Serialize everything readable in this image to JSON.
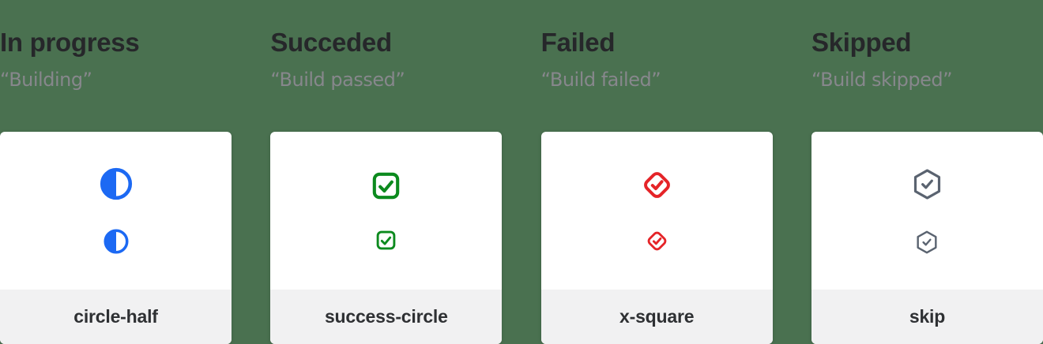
{
  "page": {
    "background_color": "#4a7150",
    "card_background": "#ffffff",
    "card_footer_background": "#f1f1f2",
    "title_color": "#26272a",
    "phrase_color": "#87878c"
  },
  "statuses": [
    {
      "id": "in-progress",
      "title": "In progress",
      "phrase": "“Building”",
      "icon": "circle-half",
      "icon_label": "circle-half",
      "icon_color": "#1c69f3"
    },
    {
      "id": "succeded",
      "title": "Succeded",
      "phrase": "“Build passed”",
      "icon": "success-circle",
      "icon_label": "success-circle",
      "icon_color": "#0c8a1e"
    },
    {
      "id": "failed",
      "title": "Failed",
      "phrase": "“Build failed”",
      "icon": "x-square",
      "icon_label": "x-square",
      "icon_color": "#e52428"
    },
    {
      "id": "skipped",
      "title": "Skipped",
      "phrase": "“Build skipped”",
      "icon": "skip",
      "icon_label": "skip",
      "icon_color": "#5a6370"
    }
  ]
}
